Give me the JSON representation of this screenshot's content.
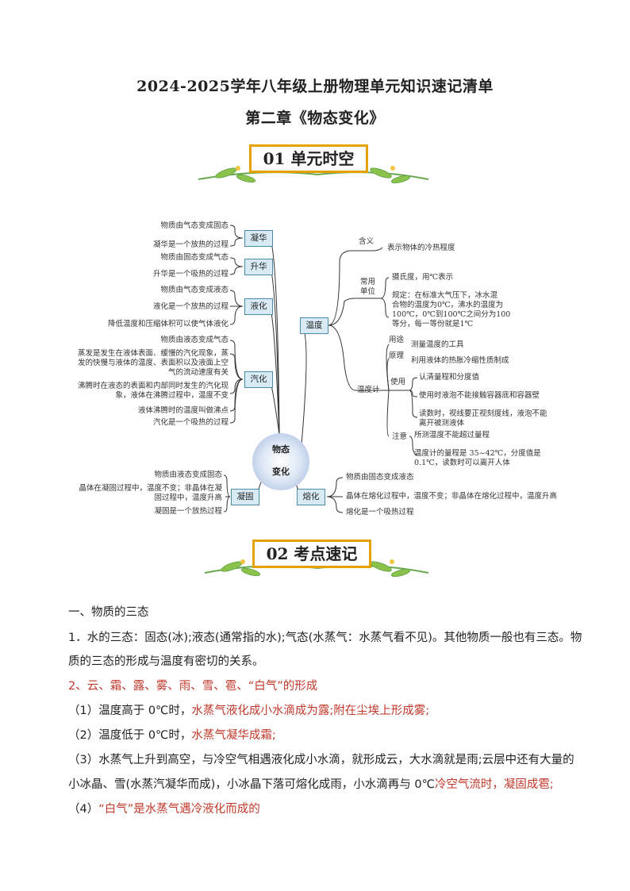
{
  "header": {
    "title": "2024-2025学年八年级上册物理单元知识速记清单",
    "subtitle": "第二章《物态变化》"
  },
  "sections": {
    "s1": {
      "num": "01",
      "label": "单元时空"
    },
    "s2": {
      "num": "02",
      "label": "考点速记"
    }
  },
  "mindmap": {
    "center": {
      "line1": "物态",
      "line2": "变化"
    },
    "ninghua": {
      "box": "凝华",
      "items": [
        "物质由气态变成固态",
        "凝华是一个放热的过程"
      ]
    },
    "shenghua": {
      "box": "升华",
      "items": [
        "物质由固态变成气态",
        "升华是一个吸热的过程"
      ]
    },
    "yehua": {
      "box": "液化",
      "items": [
        "物质由气态变成液态",
        "液化是一个放热的过程",
        "降低温度和压缩体积可以使气体液化"
      ]
    },
    "qihua": {
      "box": "汽化",
      "items": [
        "物质由液态变成气态",
        "蒸发是发生在液体表面、缓慢的汽化现象，蒸",
        "发的快慢与液体的温度、表面积以及液面上空",
        "气的流动速度有关",
        "沸腾时在液态的表面和内部同时发生的汽化现",
        "象，液体在沸腾过程中，温度不变",
        "液体沸腾时的温度叫做沸点",
        "汽化是一个吸热的过程"
      ]
    },
    "ninggu": {
      "box": "凝固",
      "items": [
        "物质由液态变成固态",
        "晶体在凝固过程中，温度不变；非晶体在凝",
        "固过程中，温度升高",
        "凝固是一个放热过程"
      ]
    },
    "ronghua": {
      "box": "熔化",
      "items": [
        "物质由固态变成液态",
        "晶体在熔化过程中，温度不变；非晶体在熔化过程中，温度升高",
        "熔化是一个吸热过程"
      ]
    },
    "wendu": {
      "box": "温度",
      "hanyi": {
        "label": "含义",
        "text": "表示物体的冷热程度"
      },
      "danwei": {
        "label1": "常用",
        "label2": "单位",
        "items": [
          "摄氏度，用℃表示",
          "规定：在标准大气压下，冰水混",
          "合物的温度为0℃，沸水的温度为",
          "100℃，0℃到100℃之间分为100",
          "等分，每一等份就是1℃"
        ]
      },
      "wenduji": {
        "label": "温度计",
        "yongtu": {
          "label": "用途",
          "text": "测量温度的工具"
        },
        "yuanli": {
          "label": "原理",
          "text": "利用液体的热胀冷缩性质制成"
        },
        "shiyong": {
          "label": "使用",
          "items": [
            "认清量程和分度值",
            "使用时液泡不能接触容器底和容器壁",
            "读数时，视线要正视刻度线，液泡不能",
            "离开被测液体"
          ]
        },
        "zhuyi": {
          "label": "注意",
          "items": [
            "所测温度不能超过量程",
            "温度计的量程是 35~42℃，分度值是",
            "0.1℃，读数时可以离开人体"
          ]
        }
      }
    }
  },
  "content": {
    "heading": "一、物质的三态",
    "p1a": "1．水的三态：固态(冰);液态(通常指的水);气态(水蒸气：水蒸气看不见)。其他物质一般也有三态。物",
    "p1b": "质的三态的形成与温度有密切的关系。",
    "p2": "2、云、霜、露、雾、雨、雪、雹、“白气”的形成",
    "l1a": "（1）温度高于 0℃时，",
    "l1b": "水蒸气液化成小水滴成为露;附在尘埃上形成雾;",
    "l2a": "（2）温度低于 0℃时，",
    "l2b": "水蒸气凝华成霜;",
    "l3a": "（3）水蒸气上升到高空，与冷空气相遇液化成小水滴，就形成云，大水滴就是雨;云层中还有大量的",
    "l3b": "小冰晶、雪(水蒸汽凝华而成)，小冰晶下落可熔化成雨，小水滴再与 0℃",
    "l3c": "冷空气流时，凝固成雹;",
    "l4a": "（4）",
    "l4b": "“白气”是水蒸气遇冷液化而成的"
  }
}
